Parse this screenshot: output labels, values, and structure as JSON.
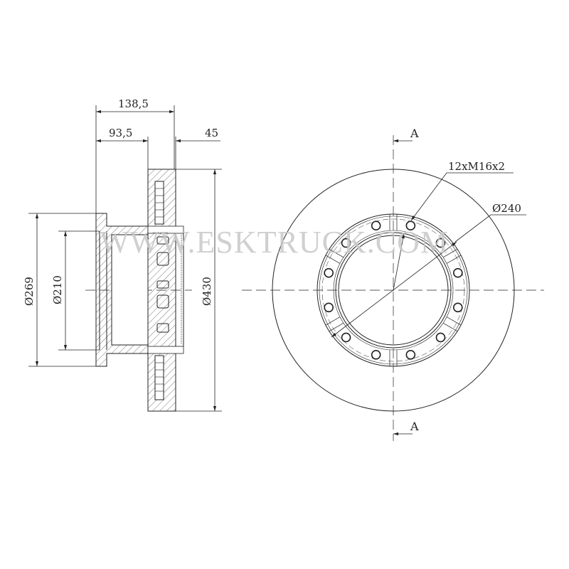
{
  "drawing": {
    "side_view": {
      "dim_total_width": "138,5",
      "dim_hub_depth": "93,5",
      "dim_disc_offset": "45",
      "dim_flange_diameter": "Ø269",
      "dim_bore_diameter": "Ø210",
      "dim_outer_diameter": "Ø430"
    },
    "front_view": {
      "bolt_spec": "12xM16x2",
      "bolt_circle_diameter": "Ø240",
      "section_label_top": "A",
      "section_label_bottom": "A",
      "bolt_count": 12
    },
    "watermark": "WWW.ESKTRUCK.COM",
    "line_color": "#222222",
    "watermark_color": "#c8c8c8"
  }
}
